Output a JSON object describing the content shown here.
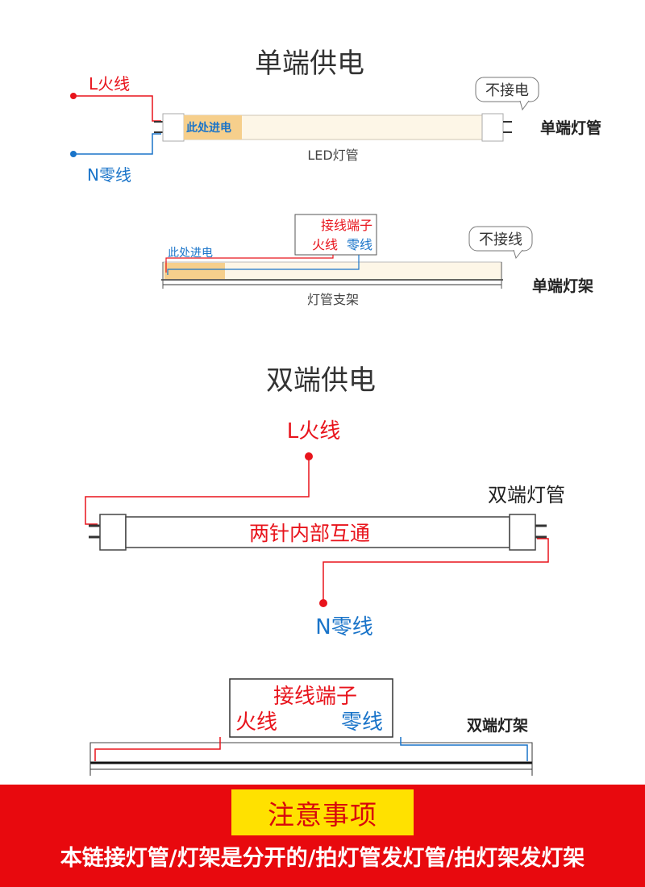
{
  "colors": {
    "live": "#e8141c",
    "neutral": "#1a74c9",
    "tube_fill": "#fdf6e7",
    "feed_zone": "#f6cf8c",
    "notice_band": "#e8090e",
    "notice_title_bg": "#ffe100"
  },
  "single_end": {
    "title": "单端供电",
    "live_label": "L火线",
    "neutral_label": "N零线",
    "feed_label": "此处进电",
    "tube_caption": "LED灯管",
    "no_power_bubble": "不接电",
    "tube_name": "单端灯管",
    "fixture": {
      "terminal_title": "接线端子",
      "live_label": "火线",
      "neutral_label": "零线",
      "feed_label": "此处进电",
      "no_power_bubble": "不接线",
      "caption": "灯管支架",
      "name": "单端灯架"
    }
  },
  "double_end": {
    "title": "双端供电",
    "live_label": "L火线",
    "neutral_label": "N零线",
    "tube_text": "两针内部互通",
    "tube_name": "双端灯管",
    "fixture": {
      "terminal_title": "接线端子",
      "live_label": "火线",
      "neutral_label": "零线",
      "name": "双端灯架"
    }
  },
  "notice": {
    "title": "注意事项",
    "text": "本链接灯管/灯架是分开的/拍灯管发灯管/拍灯架发灯架"
  }
}
